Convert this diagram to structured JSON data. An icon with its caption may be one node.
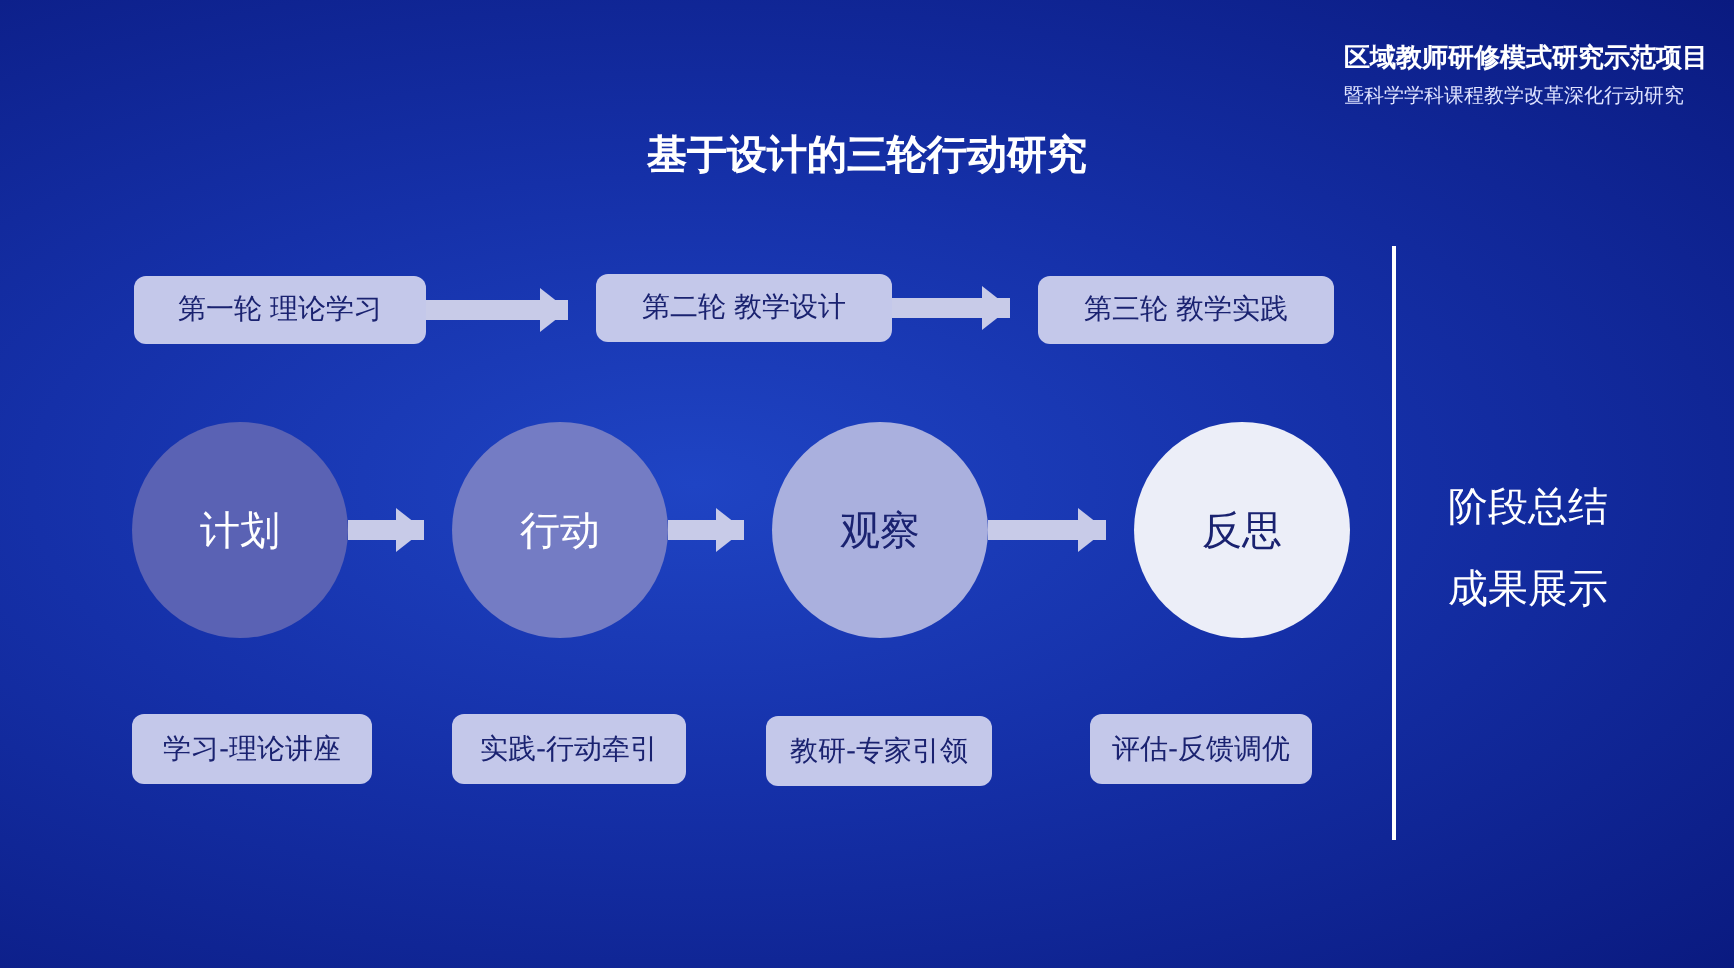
{
  "diagram": {
    "title": "基于设计的三轮行动研究",
    "nodes": [
      {
        "text": [
          "第一轮 理论学习"
        ]
      },
      {
        "text": [
          "第二轮 教学设计"
        ]
      },
      {
        "text": [
          "第三轮 教学实践"
        ]
      },
      {
        "text": [
          "计划"
        ]
      },
      {
        "text": [
          "行动"
        ]
      },
      {
        "text": [
          "观察"
        ]
      },
      {
        "text": [
          "反思"
        ]
      },
      {
        "text": [
          "学习-理论讲座"
        ]
      },
      {
        "text": [
          "实践-行动牵引"
        ]
      },
      {
        "text": [
          "教研-专家引领"
        ]
      },
      {
        "text": [
          "评估-反馈调优"
        ]
      }
    ],
    "edges": [
      {
        "from": 0,
        "to": 1,
        "arrow": "to"
      },
      {
        "from": 1,
        "to": 2,
        "arrow": "to"
      },
      {
        "from": 3,
        "to": 4,
        "arrow": "to"
      },
      {
        "from": 4,
        "to": 5,
        "arrow": "to"
      },
      {
        "from": 5,
        "to": 6,
        "arrow": "to"
      }
    ],
    "labels": [
      "区域教师研修模式研究示范项目",
      "暨科学学科课程教学改革深化行动研究",
      "阶段总结",
      "成果展示"
    ]
  }
}
